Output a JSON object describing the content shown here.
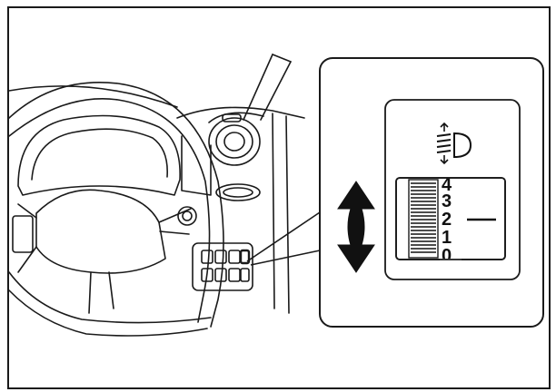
{
  "diagram": {
    "scale_labels": [
      "4",
      "3",
      "2",
      "1",
      "0"
    ],
    "line_color": "#1a1a1a",
    "background": "#ffffff",
    "icons": [
      "steering-wheel",
      "dashboard",
      "control-switch-panel",
      "up-down-arrow-icon",
      "headlight-leveling-icon",
      "leveling-dial"
    ]
  }
}
